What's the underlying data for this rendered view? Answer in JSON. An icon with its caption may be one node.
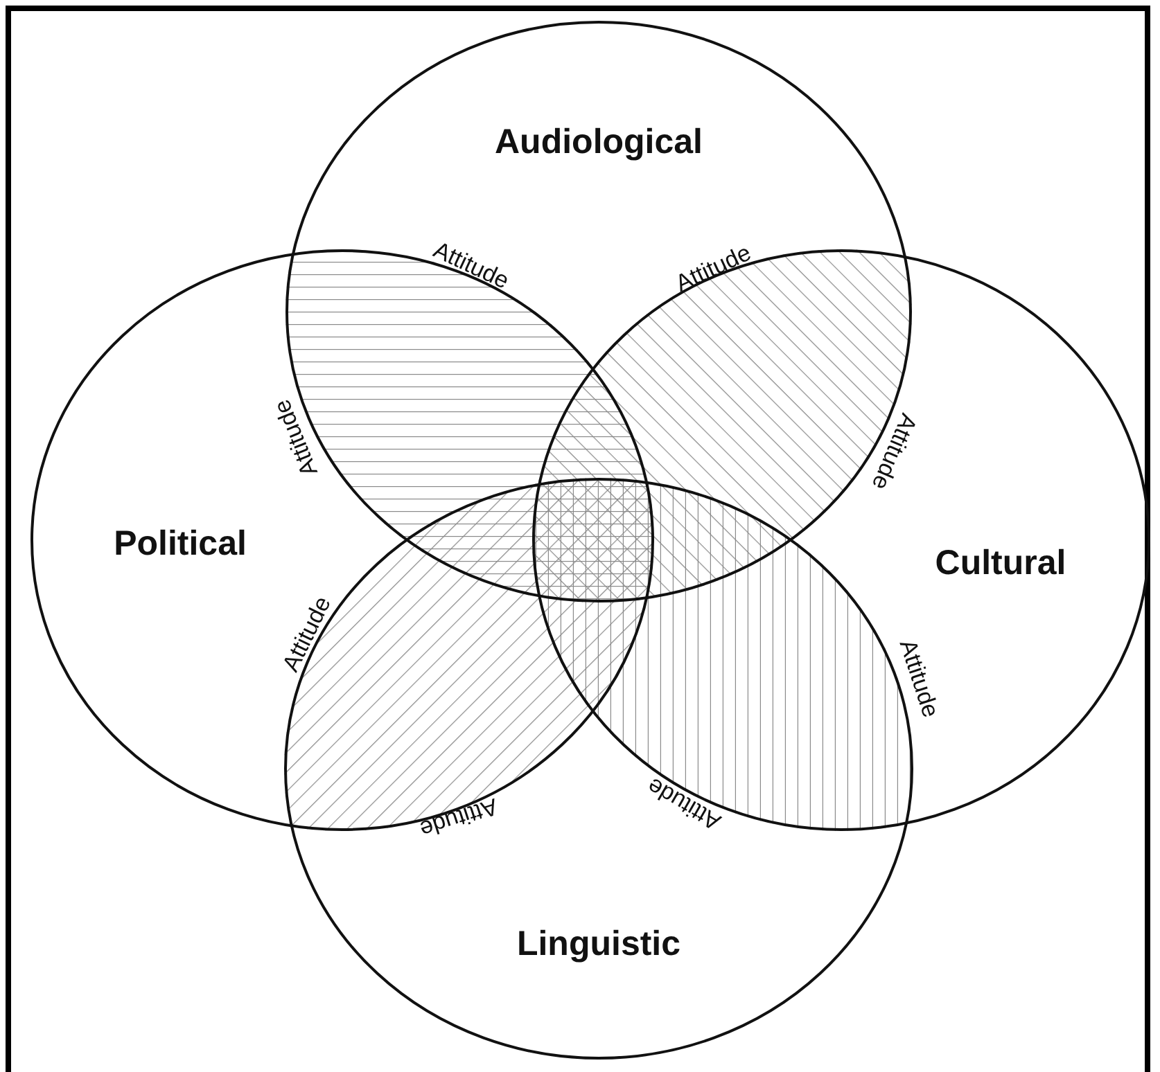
{
  "diagram": {
    "nodes": [
      {
        "text": [
          "Audiological"
        ]
      },
      {
        "text": [
          "Political"
        ]
      },
      {
        "text": [
          "Cultural"
        ]
      },
      {
        "text": [
          "Linguistic"
        ]
      }
    ],
    "labels": [
      "Attitude",
      "Attitude",
      "Attitude",
      "Attitude",
      "Attitude",
      "Attitude",
      "Attitude",
      "Attitude"
    ]
  }
}
